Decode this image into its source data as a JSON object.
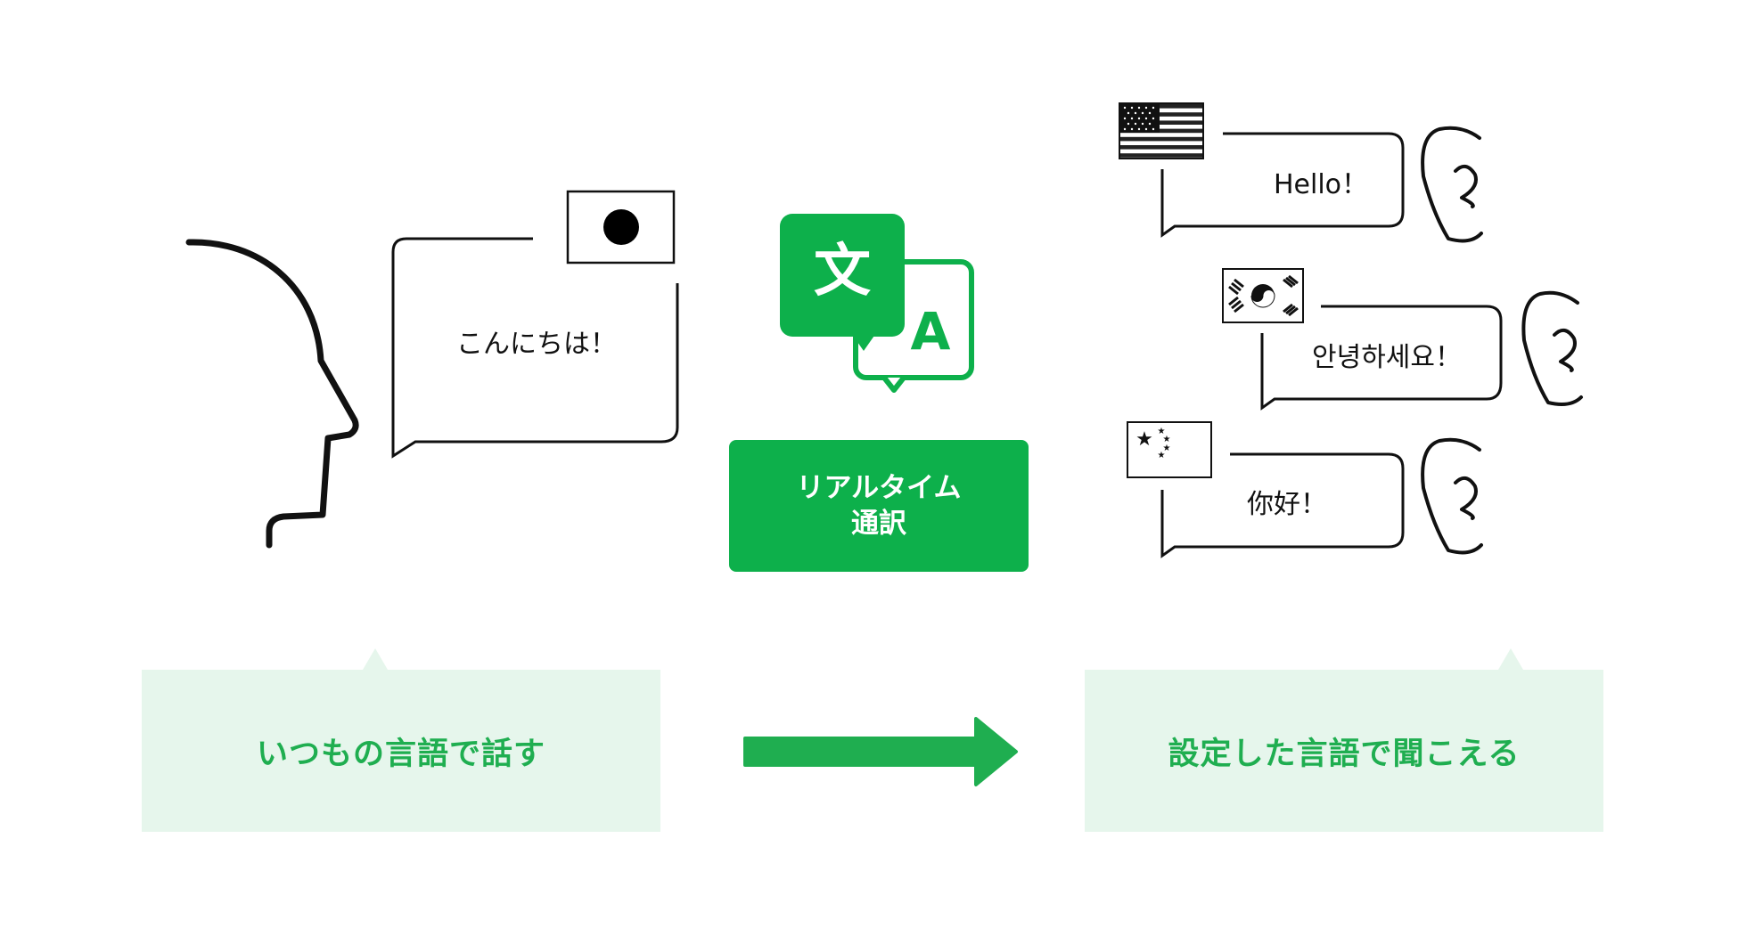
{
  "speaker": {
    "bubble_text": "こんにちは！",
    "flag": "japan-flag"
  },
  "translator": {
    "icon": "translate-icon",
    "icon_glyph_main": "文",
    "icon_glyph_sub": "A",
    "badge_line1": "リアルタイム",
    "badge_line2": "通訳"
  },
  "listeners": [
    {
      "flag": "us-flag",
      "bubble_text": "Hello！"
    },
    {
      "flag": "korea-flag",
      "bubble_text": "안녕하세요！"
    },
    {
      "flag": "china-flag",
      "bubble_text": "你好！"
    }
  ],
  "captions": {
    "left": "いつもの言語で話す",
    "right": "設定した言語で聞こえる"
  },
  "colors": {
    "accent": "#0db04b",
    "caption_bg": "#e6f6ec",
    "caption_text": "#1fae50",
    "arrow": "#1fae50",
    "line": "#111111"
  }
}
